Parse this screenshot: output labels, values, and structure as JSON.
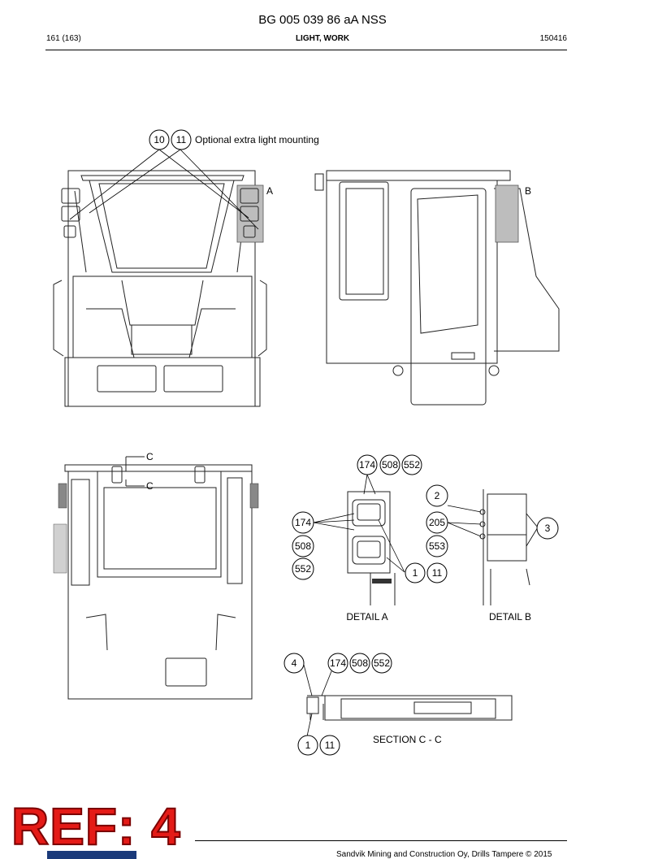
{
  "header": {
    "doc_title": "BG 005 039 86 aA NSS",
    "page_num": "161 (163)",
    "section_title": "LIGHT, WORK",
    "date": "150416"
  },
  "callouts": {
    "top_note": "Optional extra light mounting",
    "label_a": "A",
    "label_b": "B",
    "label_c": "C",
    "detail_a": "DETAIL A",
    "detail_b": "DETAIL B",
    "section_cc": "SECTION C - C",
    "item_1": "1",
    "item_2": "2",
    "item_3": "3",
    "item_4": "4",
    "item_10": "10",
    "item_11": "11",
    "item_174": "174",
    "item_205": "205",
    "item_508": "508",
    "item_552": "552",
    "item_553": "553"
  },
  "footer": {
    "copyright": "Sandvik Mining and Construction Oy, Drills Tampere © 2015",
    "stamp": "REF: 4"
  }
}
